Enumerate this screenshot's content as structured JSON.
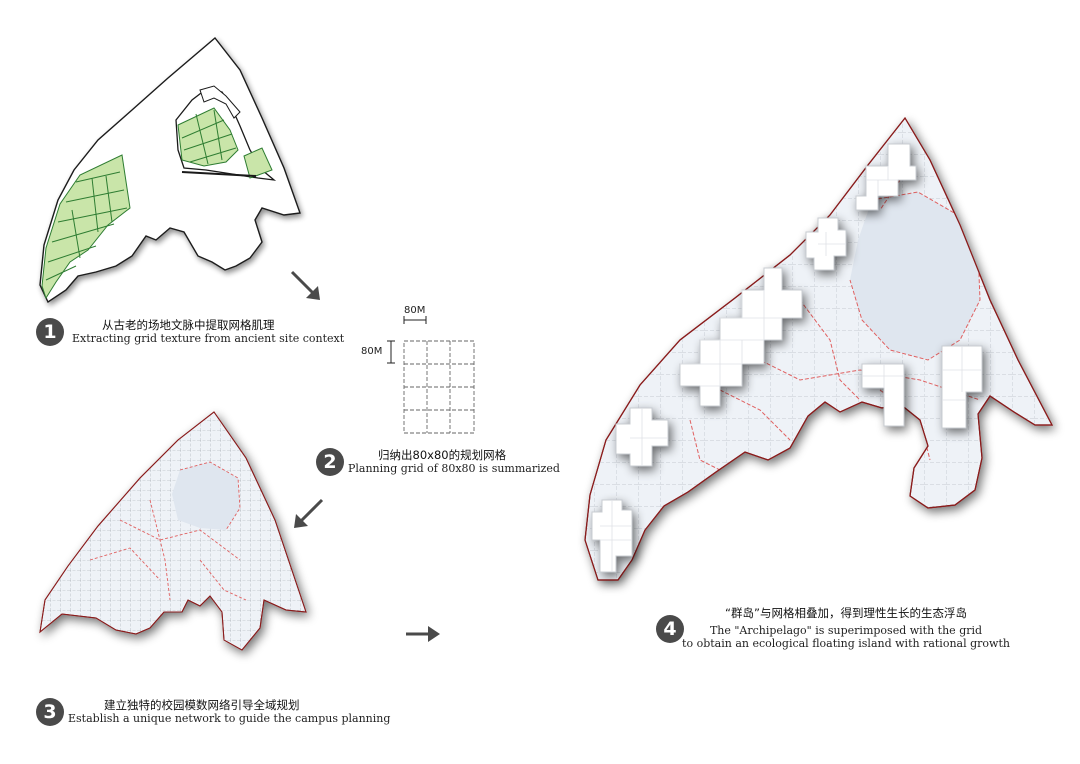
{
  "steps": [
    {
      "number": "1",
      "zh": "从古老的场地文脉中提取网格肌理",
      "en": "Extracting grid texture from ancient site context"
    },
    {
      "number": "2",
      "zh": "归纳出80x80的规划网格",
      "en": "Planning grid of 80x80 is summarized"
    },
    {
      "number": "3",
      "zh": "建立独特的校园模数网络引导全域规划",
      "en": "Establish a unique network to guide the campus planning"
    },
    {
      "number": "4",
      "zh": "“群岛”与网格相叠加，得到理性生长的生态浮岛",
      "en": "The \"Archipelago\" is superimposed with the grid",
      "en2": "to obtain an ecological floating island with rational growth"
    }
  ],
  "grid_module": {
    "width_label": "80M",
    "height_label": "80M"
  },
  "colors": {
    "texture_green": "#2e7d32",
    "green_fill": "#c9e5a9",
    "site_fill": "#eef2f7",
    "red_path": "#e06060",
    "arrow": "#4a4a4a"
  }
}
